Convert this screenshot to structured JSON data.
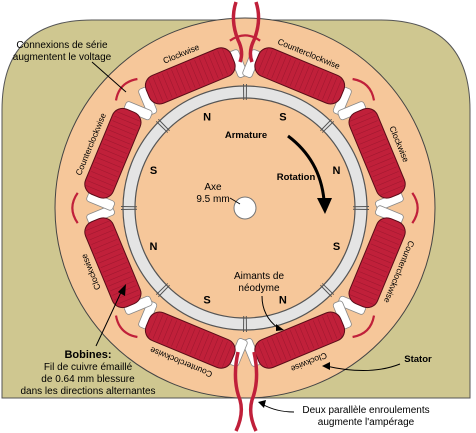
{
  "labels": {
    "series_connections": [
      "Connexions de série",
      "augmentent le voltage"
    ],
    "armature": "Armature",
    "rotation": "Rotation",
    "axle": [
      "Axe",
      "9.5 mm"
    ],
    "magnets": [
      "Aimants de",
      "néodyme"
    ],
    "coils_title": "Bobines:",
    "coils_desc": [
      "Fil de cuivre émaillé",
      "de 0.64 mm blessure",
      "dans les directions alternantes"
    ],
    "stator": "Stator",
    "parallel_windings": [
      "Deux parallèle enroulements",
      "augmente l'ampérage"
    ]
  },
  "coils": [
    {
      "direction": "Clockwise"
    },
    {
      "direction": "Counterclockwise"
    },
    {
      "direction": "Clockwise"
    },
    {
      "direction": "Counterclockwise"
    },
    {
      "direction": "Clockwise"
    },
    {
      "direction": "Counterclockwise"
    },
    {
      "direction": "Clockwise"
    },
    {
      "direction": "Counterclockwise"
    }
  ],
  "poles": [
    "N",
    "S",
    "N",
    "S",
    "N",
    "S",
    "N",
    "S"
  ],
  "colors": {
    "stator_body": "#cfc790",
    "disc": "#f6c79a",
    "coil": "#c0203a",
    "ring": "#e2e2e2",
    "background": "#ffffff"
  }
}
